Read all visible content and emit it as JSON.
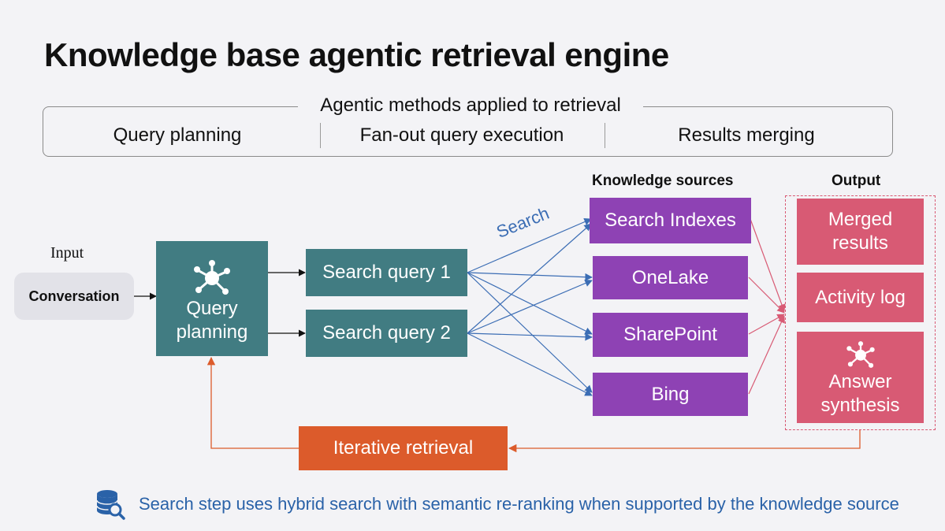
{
  "title": "Knowledge base agentic retrieval engine",
  "methods": {
    "heading": "Agentic methods applied to retrieval",
    "items": [
      "Query planning",
      "Fan-out query execution",
      "Results merging"
    ]
  },
  "input": {
    "label": "Input",
    "conversation": "Conversation"
  },
  "query_planning": {
    "line1": "Query",
    "line2": "planning"
  },
  "queries": [
    "Search query 1",
    "Search query 2"
  ],
  "edge_label_search": "Search",
  "knowledge_sources": {
    "heading": "Knowledge sources",
    "items": [
      "Search Indexes",
      "OneLake",
      "SharePoint",
      "Bing"
    ]
  },
  "output": {
    "heading": "Output",
    "merged": {
      "line1": "Merged",
      "line2": "results"
    },
    "activity_log": "Activity log",
    "answer": {
      "line1": "Answer",
      "line2": "synthesis"
    }
  },
  "iterative_retrieval": "Iterative retrieval",
  "footer": "Search step uses hybrid search with semantic re-ranking when supported by the knowledge source",
  "colors": {
    "teal": "#417c82",
    "purple": "#8e42b4",
    "pink": "#d85a74",
    "orange": "#dc5b2b",
    "edge_blue": "#3b6db4"
  },
  "icons": [
    "network-icon",
    "database-search-icon"
  ]
}
